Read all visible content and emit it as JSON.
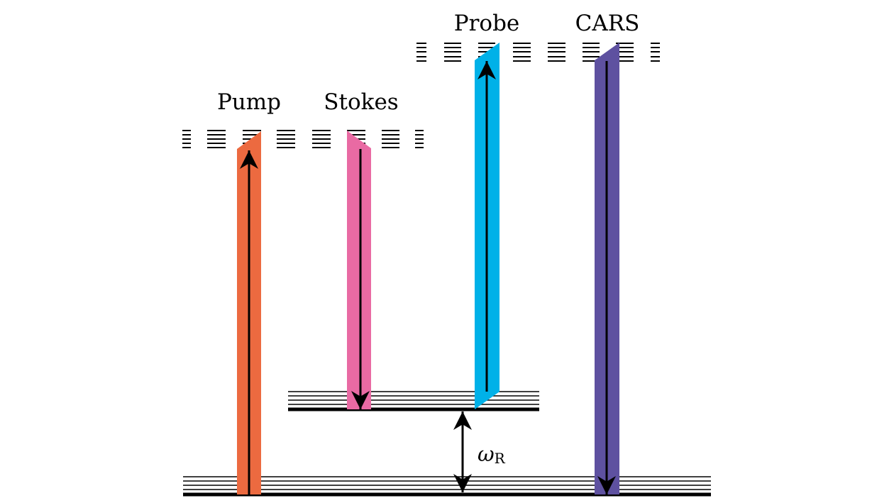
{
  "labels": {
    "pump": "Pump",
    "stokes": "Stokes",
    "probe": "Probe",
    "cars": "CARS",
    "omega_symbol": "ω",
    "omega_subscript": "R"
  },
  "colors": {
    "pump": "#EC6A40",
    "stokes": "#E96AA3",
    "probe": "#00B1E8",
    "cars": "#5E51A0",
    "line": "#000000"
  }
}
